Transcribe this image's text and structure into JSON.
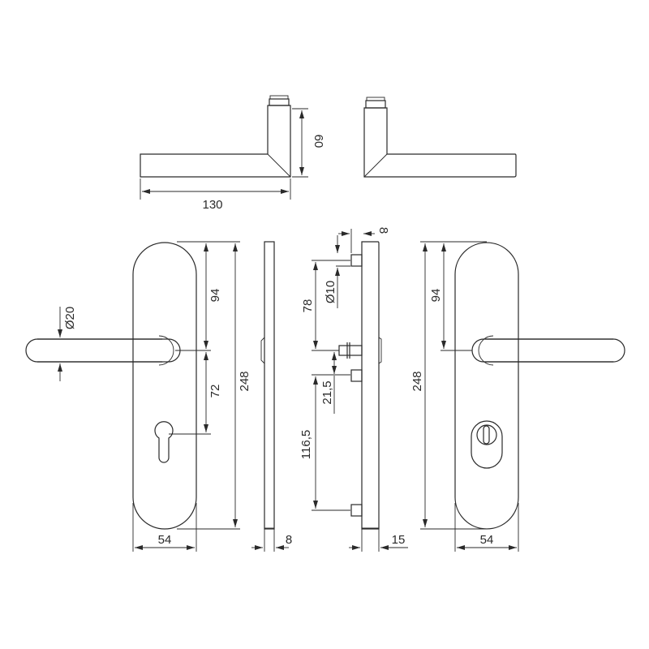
{
  "drawing": {
    "title": "Lever handle on long backplate - technical drawing",
    "line_color": "#2a2a2a",
    "background": "#ffffff",
    "units": "mm"
  },
  "top_views": {
    "left_lever": {
      "length_label": "130",
      "height_label": "60"
    },
    "right_lever": {}
  },
  "front_view_left": {
    "handle_diameter_label": "Ø20",
    "top_to_handle_label": "94",
    "handle_to_cylinder_label": "72",
    "plate_height_label": "248",
    "plate_width_label": "54",
    "cylinder_type": "profile-cylinder-hole"
  },
  "side_view_plate": {
    "thickness_label": "8"
  },
  "section_view": {
    "top_offset_label": "8",
    "pin_diameter_label": "Ø10",
    "top_to_spindle_label": "78",
    "spindle_to_pin_label": "21,5",
    "pin_to_pin_label": "116,5",
    "total_thickness_label": "15"
  },
  "front_view_right": {
    "plate_height_label": "248",
    "top_to_handle_label": "94",
    "plate_width_label": "54",
    "cylinder_type": "security-escutcheon-cover"
  }
}
